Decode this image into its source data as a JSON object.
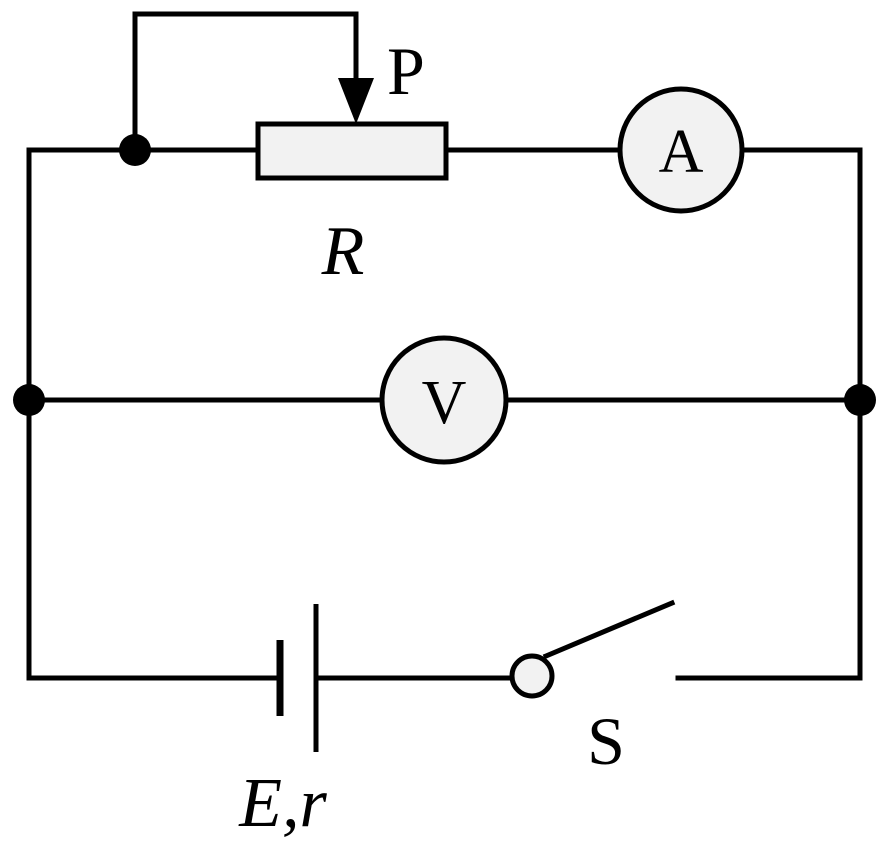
{
  "diagram": {
    "type": "circuit",
    "labels": {
      "slider": "P",
      "resistor": "R",
      "ammeter": "A",
      "voltmeter": "V",
      "source": "E,r",
      "switch": "S"
    },
    "colors": {
      "line": "#000000",
      "component_fill": "#f2f2f2",
      "background": "#ffffff"
    }
  }
}
